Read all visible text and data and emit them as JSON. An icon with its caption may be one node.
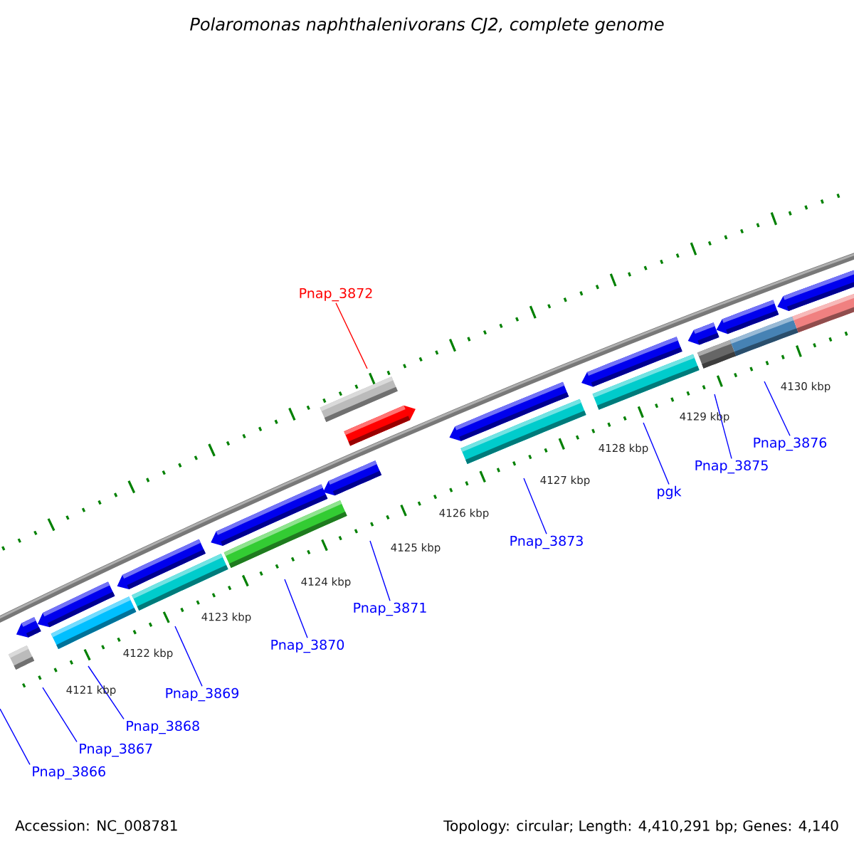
{
  "diagram": {
    "title": "Polaromonas naphthalenivorans CJ2, complete genome",
    "nodes": [
      {
        "text": [
          "Pnap_3872"
        ]
      },
      {
        "text": [
          "Pnap_3876"
        ]
      },
      {
        "text": [
          "Pnap_3875"
        ]
      },
      {
        "text": [
          "pgk"
        ]
      },
      {
        "text": [
          "Pnap_3873"
        ]
      },
      {
        "text": [
          "Pnap_3871"
        ]
      },
      {
        "text": [
          "Pnap_3870"
        ]
      },
      {
        "text": [
          "Pnap_3869"
        ]
      },
      {
        "text": [
          "Pnap_3868"
        ]
      },
      {
        "text": [
          "Pnap_3867"
        ]
      },
      {
        "text": [
          "Pnap_3866"
        ]
      }
    ],
    "edges": [
      {
        "from": 0,
        "to": null,
        "arrow": "none",
        "color": "#ff0000"
      },
      {
        "from": 1,
        "to": null,
        "arrow": "none"
      },
      {
        "from": 2,
        "to": null,
        "arrow": "none"
      },
      {
        "from": 3,
        "to": null,
        "arrow": "none"
      },
      {
        "from": 4,
        "to": null,
        "arrow": "none"
      },
      {
        "from": 5,
        "to": null,
        "arrow": "none"
      },
      {
        "from": 6,
        "to": null,
        "arrow": "none"
      },
      {
        "from": 7,
        "to": null,
        "arrow": "none"
      },
      {
        "from": 8,
        "to": null,
        "arrow": "none"
      },
      {
        "from": 9,
        "to": null,
        "arrow": "none"
      },
      {
        "from": 10,
        "to": null,
        "arrow": "none"
      }
    ],
    "labels": [
      "4130 kbp",
      "4129 kbp",
      "4128 kbp",
      "4127 kbp",
      "4126 kbp",
      "4125 kbp",
      "4124 kbp",
      "4123 kbp",
      "4122 kbp",
      "4121 kbp",
      "Accession: NC_008781",
      "Topology: circular; Length: 4,410,291 bp; Genes: 4,140"
    ]
  }
}
